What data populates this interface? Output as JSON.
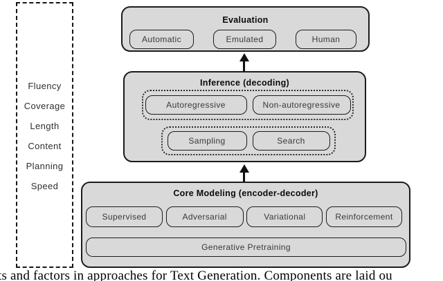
{
  "figure": {
    "factors_panel": {
      "items": [
        "Fluency",
        "Coverage",
        "Length",
        "Content",
        "Planning",
        "Speed"
      ]
    },
    "evaluation": {
      "title": "Evaluation",
      "items": [
        "Automatic",
        "Emulated",
        "Human"
      ]
    },
    "inference": {
      "title": "Inference (decoding)",
      "regressive_group": [
        "Autoregressive",
        "Non-autoregressive"
      ],
      "decoding_group": [
        "Sampling",
        "Search"
      ]
    },
    "core_modeling": {
      "title": "Core Modeling (encoder-decoder)",
      "items": [
        "Supervised",
        "Adversarial",
        "Variational",
        "Reinforcement"
      ],
      "wide_item": "Generative Pretraining"
    },
    "caption": "ts and factors in approaches for Text Generation. Components are laid ou"
  },
  "colors": {
    "box_fill": "#d9d9d9",
    "box_border": "#1b1b1b",
    "label_text": "#383838"
  }
}
